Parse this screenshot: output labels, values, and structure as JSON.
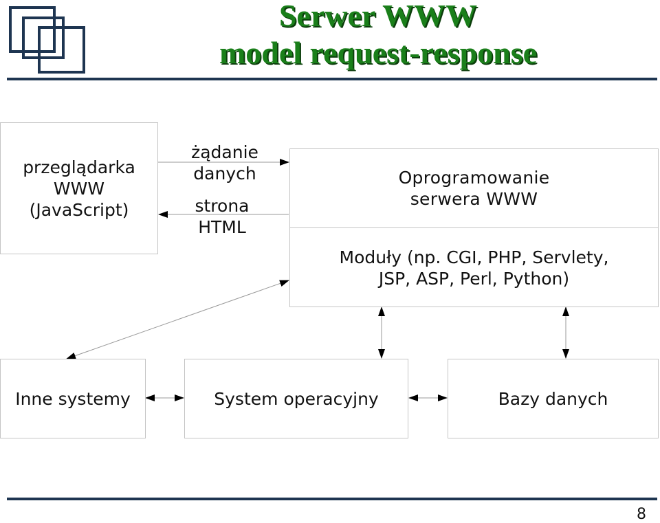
{
  "title": {
    "line1": "Serwer WWW",
    "line2": "model request-response"
  },
  "diagram": {
    "browser": {
      "line1": "przeglądarka",
      "line2": "WWW",
      "line3": "(JavaScript)"
    },
    "request_label": {
      "line1": "żądanie",
      "line2": "danych"
    },
    "response_label": {
      "line1": "strona",
      "line2": "HTML"
    },
    "server_software": {
      "line1": "Oprogramowanie",
      "line2": "serwera WWW"
    },
    "modules": {
      "line1": "Moduły (np. CGI, PHP, Servlety,",
      "line2": "JSP, ASP, Perl, Python)"
    },
    "other_systems": "Inne systemy",
    "operating_system": "System operacyjny",
    "databases": "Bazy danych"
  },
  "page_number": "8",
  "colors": {
    "title": "#1a7f1a",
    "rule": "#1e3551",
    "box_border": "#c4c4c4"
  }
}
